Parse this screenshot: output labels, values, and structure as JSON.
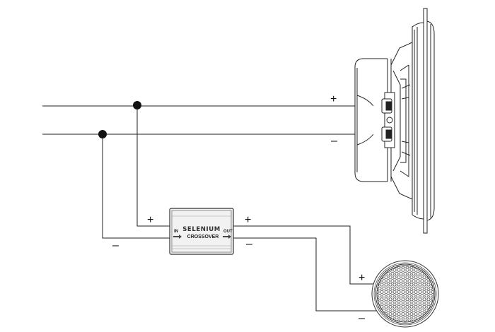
{
  "diagram": {
    "speaker_plus": "+",
    "speaker_minus": "–",
    "crossover": {
      "brand": "SELENIUM",
      "label": "CROSSOVER",
      "in_label": "IN",
      "out_label": "OUT",
      "in_plus": "+",
      "in_minus": "–",
      "out_plus": "+",
      "out_minus": "–"
    },
    "tweeter_plus": "+",
    "tweeter_minus": "–"
  }
}
